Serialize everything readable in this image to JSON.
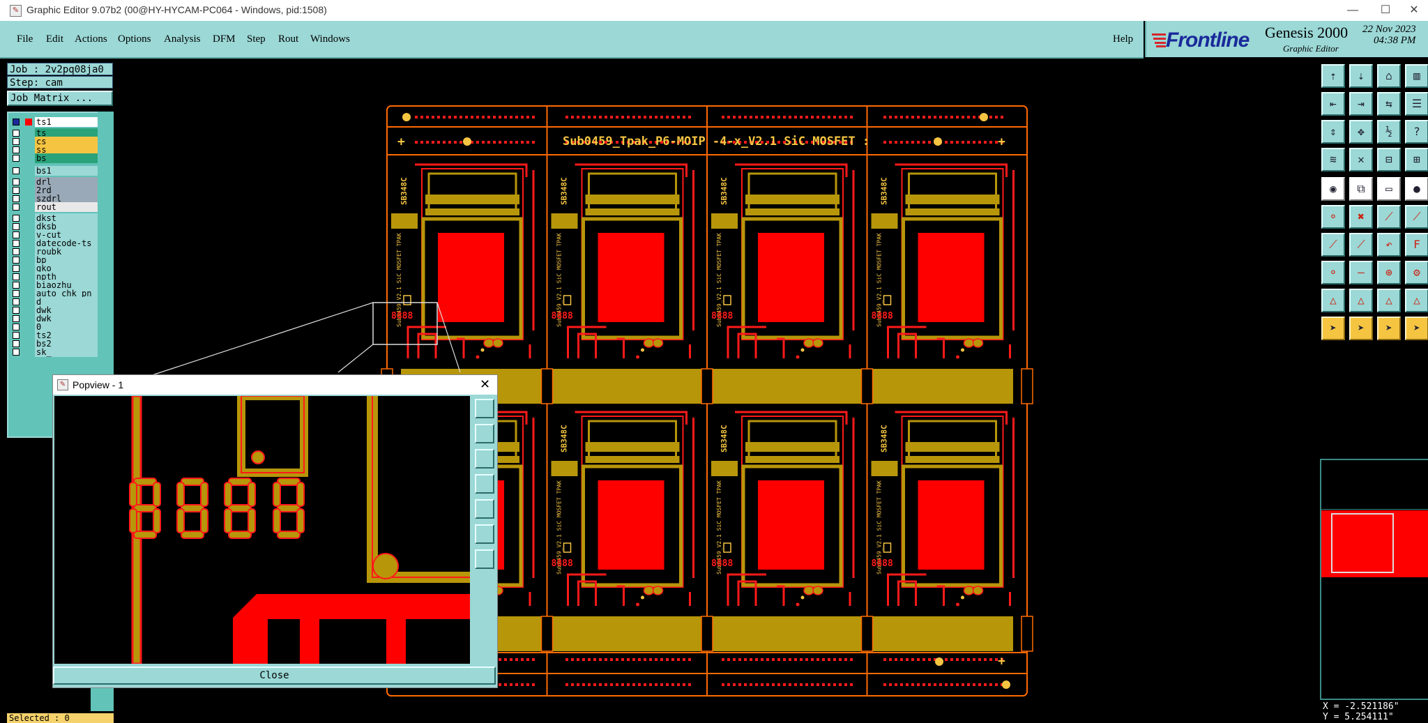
{
  "titlebar": {
    "title": "Graphic Editor 9.07b2 (00@HY-HYCAM-PC064 - Windows, pid:1508)",
    "minimize": "—",
    "maximize": "☐",
    "close": "✕"
  },
  "menubar": {
    "items": [
      "File",
      "Edit",
      "Actions",
      "Options",
      "Analysis",
      "DFM",
      "Step",
      "Rout",
      "Windows"
    ],
    "help": "Help"
  },
  "brand": {
    "logo": "Frontline",
    "product": "Genesis 2000",
    "subtitle": "Graphic Editor",
    "date": "22 Nov 2023",
    "time": "04:38 PM"
  },
  "job": {
    "job_label": "Job : 2v2pq08ja0",
    "step_label": "Step: cam",
    "matrix_button": "Job Matrix ..."
  },
  "layers": [
    {
      "name": "ts1",
      "color": "#ffffff"
    },
    {
      "name": "ts",
      "color": "#2aa37a"
    },
    {
      "name": "cs",
      "color": "#f5c542"
    },
    {
      "name": "ss",
      "color": "#f5c542"
    },
    {
      "name": "bs",
      "color": "#2aa37a"
    },
    {
      "name": "bs1",
      "color": "#9bd8d6"
    },
    {
      "name": "drl",
      "color": "#9aa9b7"
    },
    {
      "name": "2rd",
      "color": "#9aa9b7"
    },
    {
      "name": "szdrl",
      "color": "#9aa9b7"
    },
    {
      "name": "rout",
      "color": "#e8e8e8"
    },
    {
      "name": "dkst",
      "color": "#9bd8d6"
    },
    {
      "name": "dksb",
      "color": "#9bd8d6"
    },
    {
      "name": "v-cut",
      "color": "#9bd8d6"
    },
    {
      "name": "datecode-ts",
      "color": "#9bd8d6"
    },
    {
      "name": "roubk",
      "color": "#9bd8d6"
    },
    {
      "name": "bp",
      "color": "#9bd8d6"
    },
    {
      "name": "gko",
      "color": "#9bd8d6"
    },
    {
      "name": "npth",
      "color": "#9bd8d6"
    },
    {
      "name": "biaozhu",
      "color": "#9bd8d6"
    },
    {
      "name": "auto_chk_pn",
      "color": "#9bd8d6"
    },
    {
      "name": "d",
      "color": "#9bd8d6"
    },
    {
      "name": "dwk",
      "color": "#9bd8d6"
    },
    {
      "name": "dwk",
      "color": "#9bd8d6"
    },
    {
      "name": "0",
      "color": "#9bd8d6"
    },
    {
      "name": "ts2",
      "color": "#9bd8d6"
    },
    {
      "name": "bs2",
      "color": "#9bd8d6"
    },
    {
      "name": "sk_",
      "color": "#9bd8d6"
    }
  ],
  "board": {
    "label": "Sub0459_Tpak_P6-MOIP -4-x_V2.1 SiC MOSFET :",
    "part_label": "SB348C",
    "side_text": "Sub0459_V2.1 SiC MOSFET TPAK",
    "digits": "8888"
  },
  "popview": {
    "title": "Popview - 1",
    "close_button": "Close",
    "close_x": "✕",
    "digits": "8888"
  },
  "status": {
    "selected": "Selected : 0",
    "x_coord": "X = -2.521186\"",
    "y_coord": "Y = 5.254111\""
  },
  "colors": {
    "panel": "#9bd8d6",
    "copper": "#ff1a1a",
    "gold": "#b8960a",
    "outline": "#ff6a00"
  }
}
